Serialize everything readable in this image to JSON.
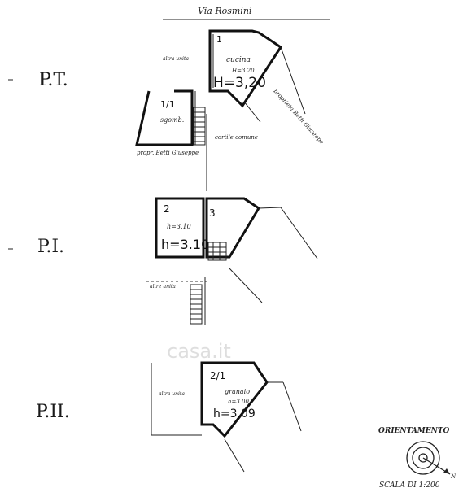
{
  "street": "Via Rosmini",
  "floors": [
    {
      "label": "P.T.",
      "rooms": [
        {
          "num": "1",
          "name": "cucina",
          "h_small": "H=3.20",
          "h_big": "H=3,20"
        },
        {
          "num": "1/1",
          "name": "sgomb."
        }
      ],
      "notes": [
        "altra unita",
        "proprieta Betti Giuseppe",
        "cortile comune",
        "propr. Betti Giuseppe"
      ]
    },
    {
      "label": "P.I.",
      "rooms": [
        {
          "num": "2",
          "h_small": "h=3.10",
          "h_big": "h=3.10"
        },
        {
          "num": "3"
        }
      ],
      "notes": [
        "altre unita"
      ]
    },
    {
      "label": "P.II.",
      "rooms": [
        {
          "num": "2/1",
          "name": "granaio",
          "h_small": "h=3.00",
          "h_big": "h=3.09"
        }
      ],
      "notes": [
        "altra unita"
      ]
    }
  ],
  "orientation": {
    "title": "ORIENTAMENTO",
    "north": "N",
    "scale": "SCALA DI 1:200"
  },
  "watermark": "casa.it"
}
